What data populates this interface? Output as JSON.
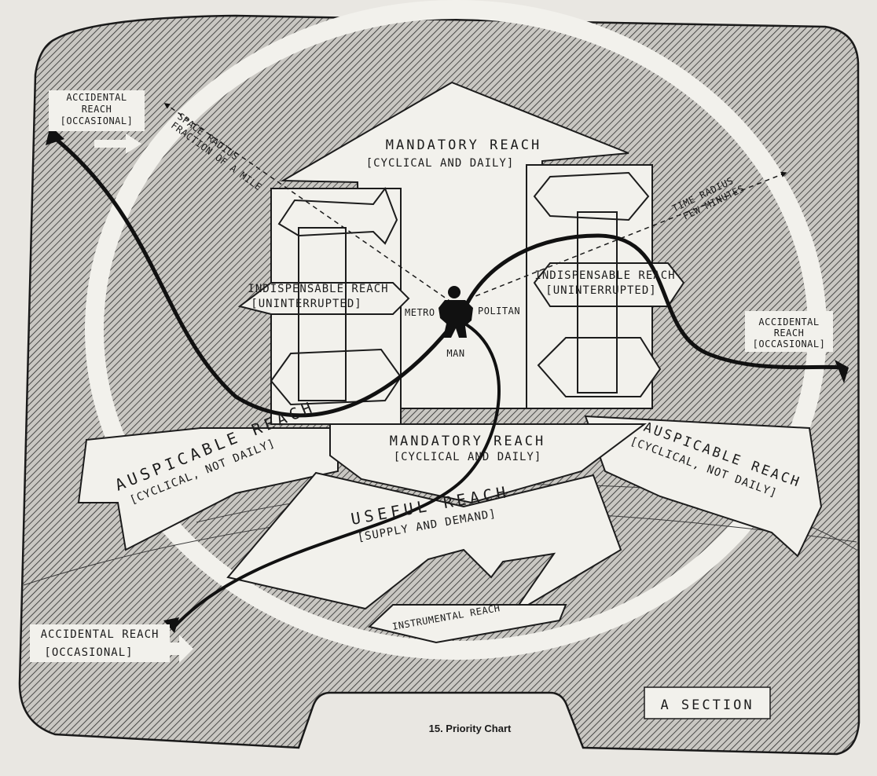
{
  "labels": {
    "accidental_tl_line1": "ACCIDENTAL",
    "accidental_tl_line2": "REACH",
    "accidental_tl_line3": "[OCCASIONAL]",
    "space_radius_line1": "SPACE RADIUS",
    "space_radius_line2": "FRACTION OF A MILE",
    "mandatory_top_line1": "MANDATORY REACH",
    "mandatory_top_line2": "[CYCLICAL AND DAILY]",
    "time_radius_line1": "TIME RADIUS",
    "time_radius_line2": "FEW MINUTES",
    "indispensable_left_line1": "INDISPENSABLE REACH",
    "indispensable_left_line2": "[UNINTERRUPTED]",
    "indispensable_right_line1": "INDISPENSABLE REACH",
    "indispensable_right_line2": "[UNINTERRUPTED]",
    "metro": "METRO",
    "politan": "POLITAN",
    "man": "MAN",
    "accidental_right_line1": "ACCIDENTAL",
    "accidental_right_line2": "REACH",
    "accidental_right_line3": "[OCCASIONAL]",
    "auspicable_left_line1": "AUSPICABLE REACH",
    "auspicable_left_line2": "[CYCLICAL, NOT DAILY]",
    "mandatory_bottom_line1": "MANDATORY REACH",
    "mandatory_bottom_line2": "[CYCLICAL AND DAILY]",
    "auspicable_right_line1": "AUSPICABLE REACH",
    "auspicable_right_line2": "[CYCLICAL, NOT DAILY]",
    "useful_line1": "USEFUL REACH",
    "useful_line2": "[SUPPLY AND DEMAND]",
    "instrumental": "INSTRUMENTAL REACH",
    "accidental_bl_line1": "ACCIDENTAL REACH",
    "accidental_bl_line2": "[OCCASIONAL]",
    "section": "A SECTION"
  },
  "caption": "15. Priority Chart",
  "colors": {
    "paper": "#e9e7e2",
    "hatch_bg": "#c9c7c2",
    "hatch_line": "#2a2a2a",
    "shape_fill": "#f2f1ec",
    "ink": "#111111"
  }
}
